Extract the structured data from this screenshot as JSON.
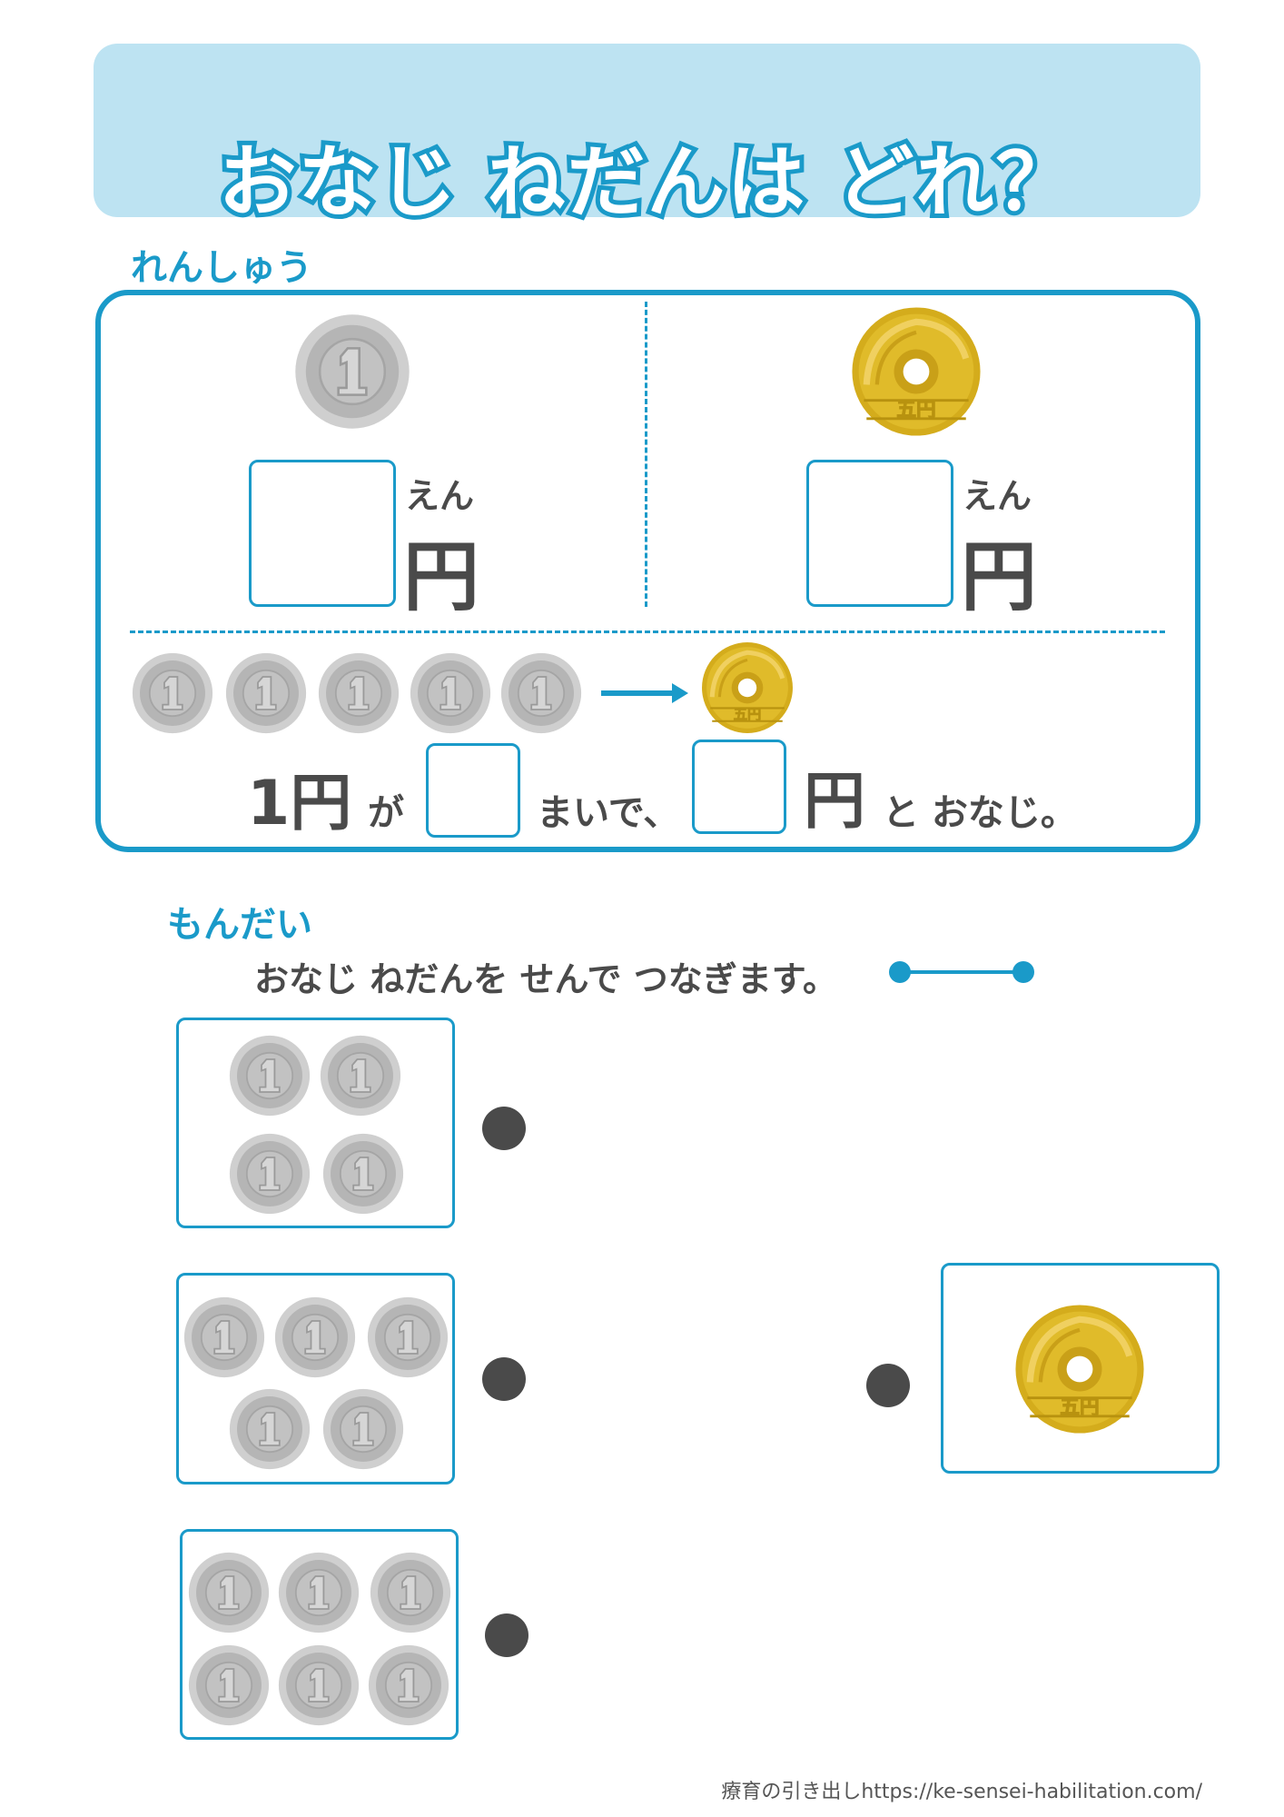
{
  "title": "おなじ ねだんは どれ？",
  "practice": {
    "heading": "れんしゅう",
    "left": {
      "coin": "1-yen-coin",
      "coin_label": "1",
      "reading": "えん",
      "unit": "円"
    },
    "right": {
      "coin": "5-yen-coin",
      "coin_label": "五円",
      "reading": "えん",
      "unit": "円"
    },
    "row_coin_count": 5,
    "sentence": {
      "part1": "1円",
      "part2": "が",
      "part3": "まいで、",
      "part4": "円",
      "part5": "と おなじ。"
    }
  },
  "problem": {
    "heading": "もんだい",
    "instruction": "おなじ ねだんを せんで つなぎます。",
    "left_groups": [
      {
        "coin": "1-yen-coin",
        "count": 4
      },
      {
        "coin": "1-yen-coin",
        "count": 5
      },
      {
        "coin": "1-yen-coin",
        "count": 6
      }
    ],
    "right_groups": [
      {
        "coin": "5-yen-coin",
        "count": 1
      }
    ]
  },
  "footer": "療育の引き出しhttps://ke-sensei-habilitation.com/",
  "colors": {
    "accent": "#1a9ac9",
    "title_bg": "#bde3f2",
    "text": "#4a4a4a",
    "silver": "#c4c4c4",
    "gold": "#d4ac1c"
  }
}
